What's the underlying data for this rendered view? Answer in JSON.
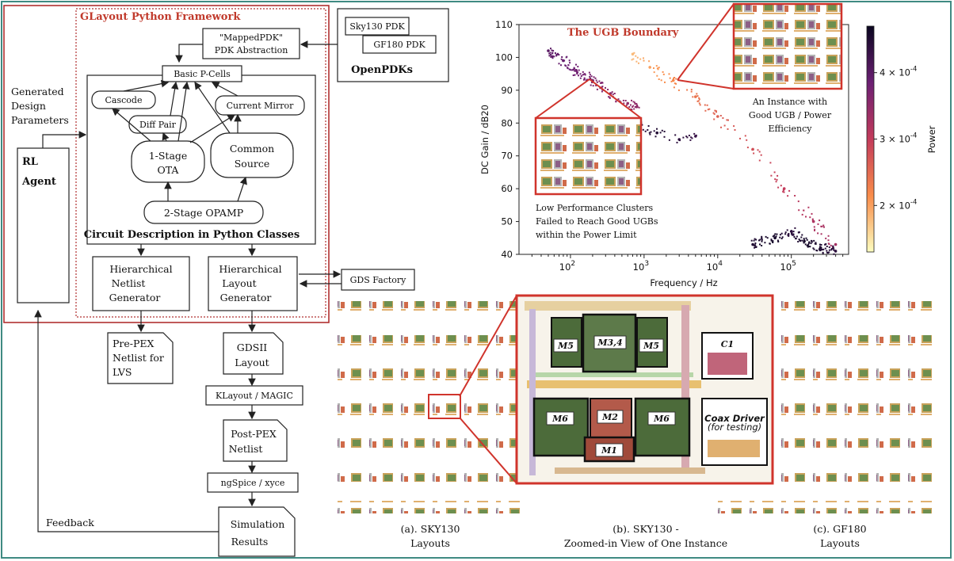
{
  "framework": {
    "title": "GLayout Python Framework",
    "pdk_abstraction": [
      "\"MappedPDK\"",
      "PDK Abstraction"
    ],
    "basic_pcells": "Basic P-Cells",
    "cascode": "Cascode",
    "diff_pair": "Diff Pair",
    "current_mirror": "Current Mirror",
    "ota": [
      "1-Stage",
      "OTA"
    ],
    "common_source": [
      "Common",
      "Source"
    ],
    "opamp": "2-Stage OPAMP",
    "circuit_description": "Circuit Description in Python Classes",
    "netlist_gen": [
      "Hierarchical",
      "Netlist",
      "Generator"
    ],
    "layout_gen": [
      "Hierarchical",
      "Layout",
      "Generator"
    ]
  },
  "openpdks": {
    "title": "OpenPDKs",
    "pdks": [
      "Sky130 PDK",
      "GF180 PDK"
    ]
  },
  "gds_factory": "GDS Factory",
  "rl_agent": [
    "RL",
    "Agent"
  ],
  "generated_params": [
    "Generated",
    "Design",
    "Parameters"
  ],
  "feedback": "Feedback",
  "flow": {
    "pre_pex": [
      "Pre-PEX",
      "Netlist for",
      "LVS"
    ],
    "gdsii": [
      "GDSII",
      "Layout"
    ],
    "klayout": "KLayout / MAGIC",
    "post_pex": [
      "Post-PEX",
      "Netlist"
    ],
    "ngspice": "ngSpice / xyce",
    "simulation": [
      "Simulation",
      "Results"
    ]
  },
  "chart_data": {
    "type": "scatter",
    "title": "",
    "annotation_title": "The UGB Boundary",
    "xlabel": "Frequency / Hz",
    "ylabel": "DC Gain / dB20",
    "xscale": "log",
    "xlim": [
      20,
      600000
    ],
    "ylim": [
      40,
      110
    ],
    "xticks": [
      "10^2",
      "10^3",
      "10^4",
      "10^5"
    ],
    "yticks": [
      40,
      50,
      60,
      70,
      80,
      90,
      100,
      110
    ],
    "colorbar": {
      "label": "Power",
      "ticks": [
        "2 × 10^-4",
        "3 × 10^-4",
        "4 × 10^-4"
      ],
      "range": [
        0.00013,
        0.00047
      ]
    },
    "annotations": [
      [
        "An Instance with",
        "Good UGB / Power",
        "Efficiency"
      ],
      [
        "Low Performance Clusters",
        "Failed to Reach Good UGBs",
        "within the Power Limit"
      ]
    ],
    "series": [
      {
        "points_desc": "purple band",
        "x": [
          50,
          80,
          120,
          200,
          350,
          600,
          800
        ],
        "y": [
          102,
          99,
          96,
          93,
          89,
          86,
          85
        ],
        "power": [
          0.0004,
          0.00039,
          0.00038,
          0.00037,
          0.00036,
          0.00035,
          0.00035
        ]
      },
      {
        "points_desc": "red boundary",
        "x": [
          700,
          1200,
          2500,
          5000,
          10000,
          30000,
          80000,
          200000,
          400000
        ],
        "y": [
          101,
          97,
          93,
          88,
          82,
          72,
          60,
          50,
          43
        ],
        "power": [
          0.00018,
          0.0002,
          0.00022,
          0.00024,
          0.00026,
          0.00028,
          0.0003,
          0.00032,
          0.00033
        ]
      },
      {
        "points_desc": "low performance cluster",
        "x": [
          30000,
          60000,
          100000,
          150000,
          250000,
          400000
        ],
        "y": [
          43,
          45,
          47,
          44,
          42,
          41
        ],
        "power": [
          0.00045,
          0.00046,
          0.00044,
          0.00046,
          0.00045,
          0.00044
        ]
      },
      {
        "points_desc": "mid cluster",
        "x": [
          900,
          1500,
          3000,
          5000
        ],
        "y": [
          80,
          77,
          75,
          76
        ],
        "power": [
          0.00044,
          0.00045,
          0.00044,
          0.00043
        ]
      }
    ]
  },
  "layouts": {
    "zoom_labels": [
      "M5",
      "M3,4",
      "M5",
      "C1",
      "M6",
      "M2",
      "M6",
      "M1"
    ],
    "coax": [
      "Coax Driver",
      "(for testing)"
    ],
    "caption_a": [
      "(a). SKY130",
      "Layouts"
    ],
    "caption_b": [
      "(b). SKY130 -",
      "Zoomed-in View of One Instance"
    ],
    "caption_c": [
      "(c). GF180",
      "Layouts"
    ]
  },
  "colors": {
    "frame": "#3f8a82",
    "red": "#c0392b"
  }
}
